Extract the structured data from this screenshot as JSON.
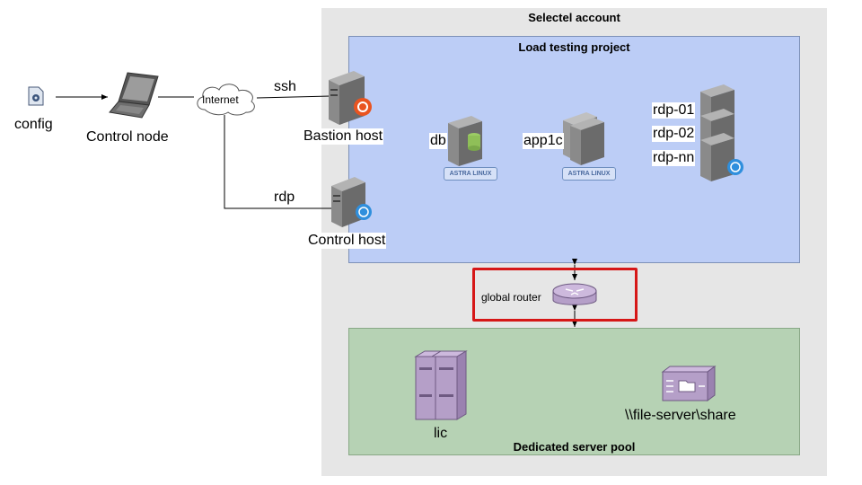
{
  "containers": {
    "account": "Selectel account",
    "project": "Load testing project",
    "pool": "Dedicated server pool"
  },
  "nodes": {
    "config": "config",
    "control_node": "Control node",
    "internet": "Internet",
    "bastion_host": "Bastion host",
    "control_host": "Control host",
    "db": "db",
    "app1c": "app1c",
    "rdp_01": "rdp-01",
    "rdp_02": "rdp-02",
    "rdp_nn": "rdp-nn",
    "global_router": "global router",
    "lic": "lic",
    "file_server": "\\\\file-server\\share"
  },
  "edges": {
    "ssh": "ssh",
    "rdp": "rdp"
  },
  "badges": {
    "astra_db": "ASTRA LINUX",
    "astra_app": "ASTRA LINUX"
  },
  "colors": {
    "account_bg": "#e6e6e6",
    "project_bg": "#bccdf6",
    "pool_bg": "#b6d2b4",
    "highlight": "#d61717",
    "ubuntu": "#e95420",
    "windows": "#2f8fdd"
  },
  "icons": {
    "config": "config-file-icon",
    "control_node": "laptop-icon",
    "internet": "cloud-icon",
    "server": "server-tower-icon",
    "router": "router-icon",
    "lic": "server-rack-icon",
    "file_server": "file-share-icon"
  }
}
